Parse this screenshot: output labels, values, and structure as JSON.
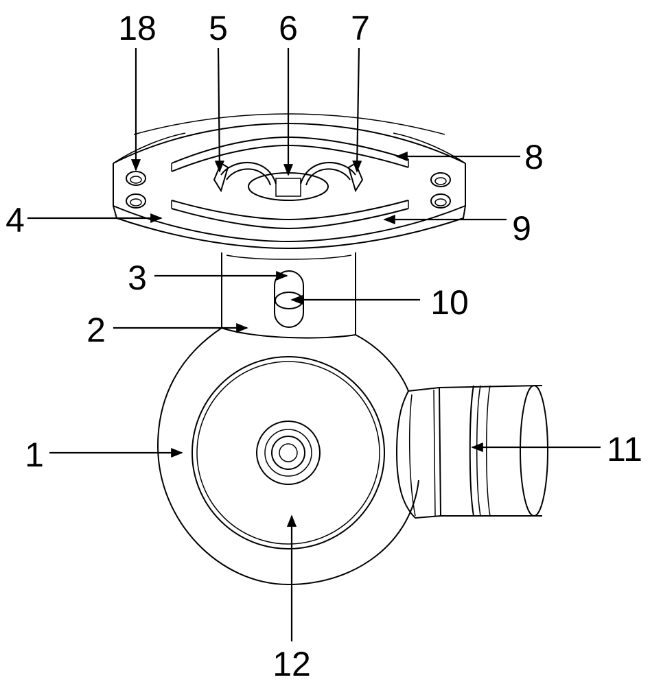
{
  "labels": {
    "l1": "1",
    "l2": "2",
    "l3": "3",
    "l4": "4",
    "l5": "5",
    "l6": "6",
    "l7": "7",
    "l8": "8",
    "l9": "9",
    "l10": "10",
    "l11": "11",
    "l12": "12",
    "l18": "18"
  }
}
